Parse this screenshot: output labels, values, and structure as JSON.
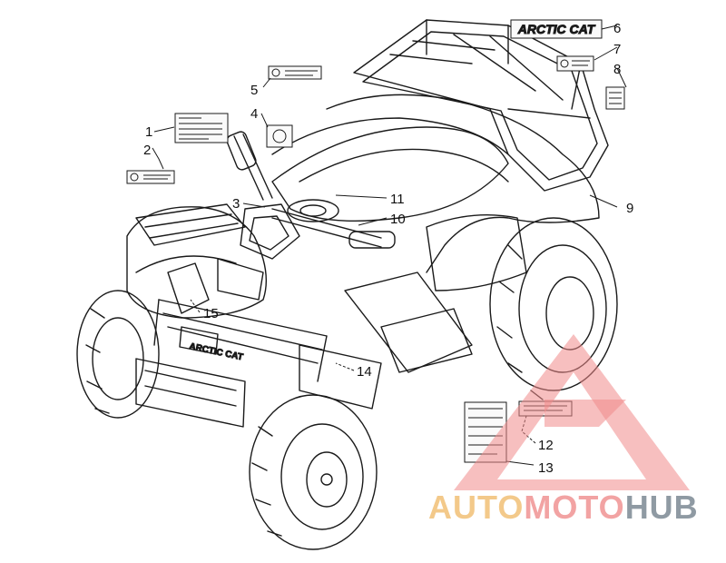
{
  "diagram": {
    "callouts": [
      {
        "id": "callout-1",
        "text": "1"
      },
      {
        "id": "callout-2",
        "text": "2"
      },
      {
        "id": "callout-3",
        "text": "3"
      },
      {
        "id": "callout-4",
        "text": "4"
      },
      {
        "id": "callout-5",
        "text": "5"
      },
      {
        "id": "callout-6",
        "text": "6"
      },
      {
        "id": "callout-7",
        "text": "7"
      },
      {
        "id": "callout-8",
        "text": "8"
      },
      {
        "id": "callout-9",
        "text": "9"
      },
      {
        "id": "callout-10",
        "text": "10"
      },
      {
        "id": "callout-11",
        "text": "11"
      },
      {
        "id": "callout-12",
        "text": "12"
      },
      {
        "id": "callout-13",
        "text": "13"
      },
      {
        "id": "callout-14",
        "text": "14"
      },
      {
        "id": "callout-15",
        "text": "15"
      }
    ],
    "brand_decal_text": "ARCTIC CAT",
    "front_rack_decal_text": "ARCTIC CAT"
  },
  "watermark": {
    "part1": "AUTO",
    "part2": "MOTO",
    "part3": "HUB",
    "colors": {
      "part1": "#f3c98a",
      "part2": "#f2a3a3",
      "part3": "#8f9aa3",
      "triangle": "#f08a8a"
    }
  }
}
